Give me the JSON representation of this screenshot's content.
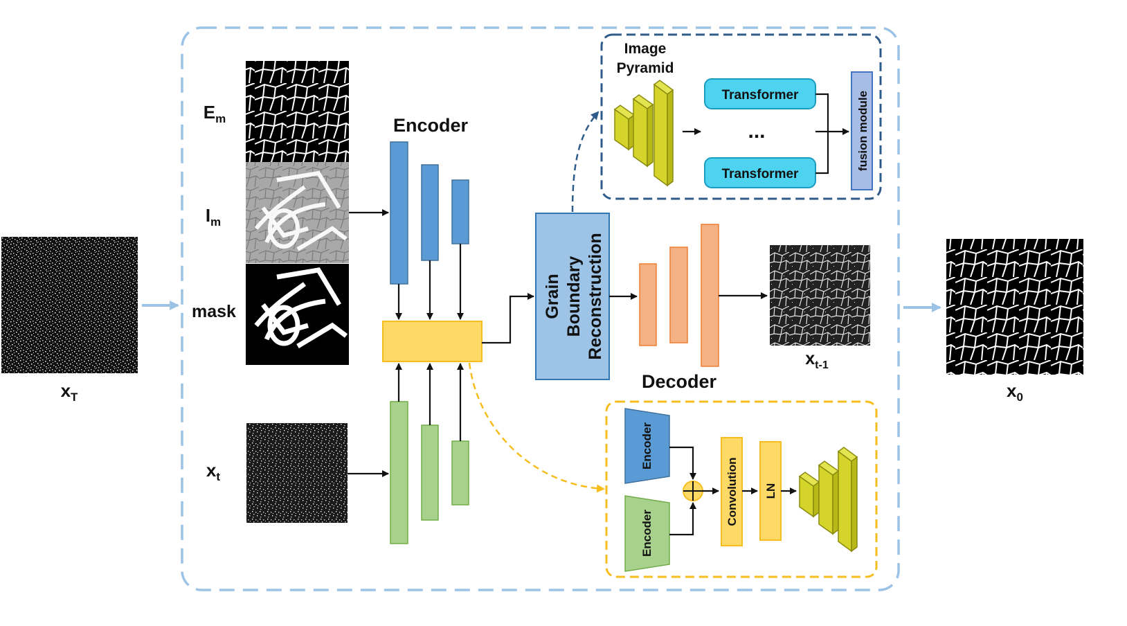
{
  "images": {
    "xT": {
      "label_main": "x",
      "label_sub": "T"
    },
    "x0": {
      "label_main": "x",
      "label_sub": "0"
    },
    "xt1": {
      "label_main": "x",
      "label_sub": "t-1"
    },
    "Em": {
      "label_main": "E",
      "label_sub": "m"
    },
    "Im": {
      "label_main": "I",
      "label_sub": "m"
    },
    "mask": {
      "label_main": "mask"
    },
    "xt": {
      "label_main": "x",
      "label_sub": "t"
    }
  },
  "blocks": {
    "encoder_title": "Encoder",
    "decoder_title": "Decoder",
    "gbr_line1": "Grain",
    "gbr_line2": "Boundary",
    "gbr_line3": "Reconstruction",
    "pyramid_line1": "Image",
    "pyramid_line2": "Pyramid",
    "transformer_top": "Transformer",
    "transformer_bottom": "Transformer",
    "ellipsis": "...",
    "fusion": "fusion module",
    "sub_encoder_top": "Encoder",
    "sub_encoder_bottom": "Encoder",
    "convolution": "Convolution",
    "ln": "LN"
  },
  "colors": {
    "outer_dash": "#9cc3e6",
    "pyramid_dash": "#2e5b8a",
    "yellow_dash": "#f5be1e",
    "encoder_blue": "#5b9bd5",
    "encoder_green": "#a9d18e",
    "fusion_yellow": "#ffd966",
    "gbr_blue": "#9dc3e6",
    "decoder_orange": "#f4b183",
    "transformer_cyan": "#4dd2f0",
    "fusion_module": "#a8bde6",
    "pyramid_yellow": "#d4d42a",
    "conv_yellow": "#ffd966"
  }
}
